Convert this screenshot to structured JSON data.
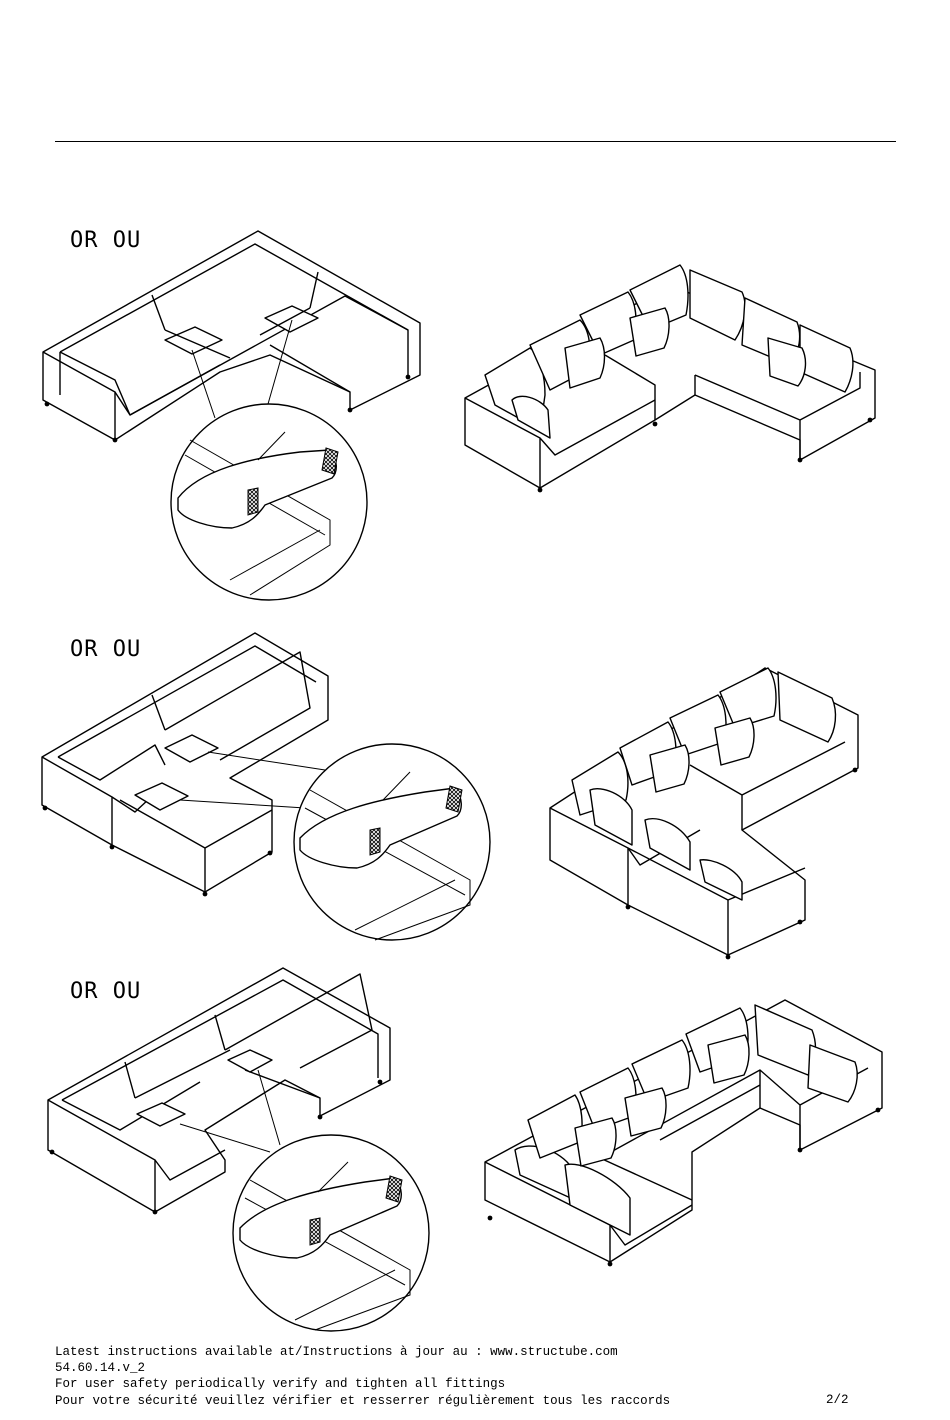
{
  "sections": [
    {
      "label": "OR OU"
    },
    {
      "label": "OR OU"
    },
    {
      "label": "OR OU"
    }
  ],
  "footer": {
    "line1": "Latest instructions available at/Instructions à jour au : www.structube.com",
    "line2": "54.60.14.v_2",
    "line3": "For user safety periodically verify and tighten all fittings",
    "line4": "Pour votre sécurité veuillez vérifier et resserrer régulièrement tous les raccords",
    "page": "2/2"
  }
}
